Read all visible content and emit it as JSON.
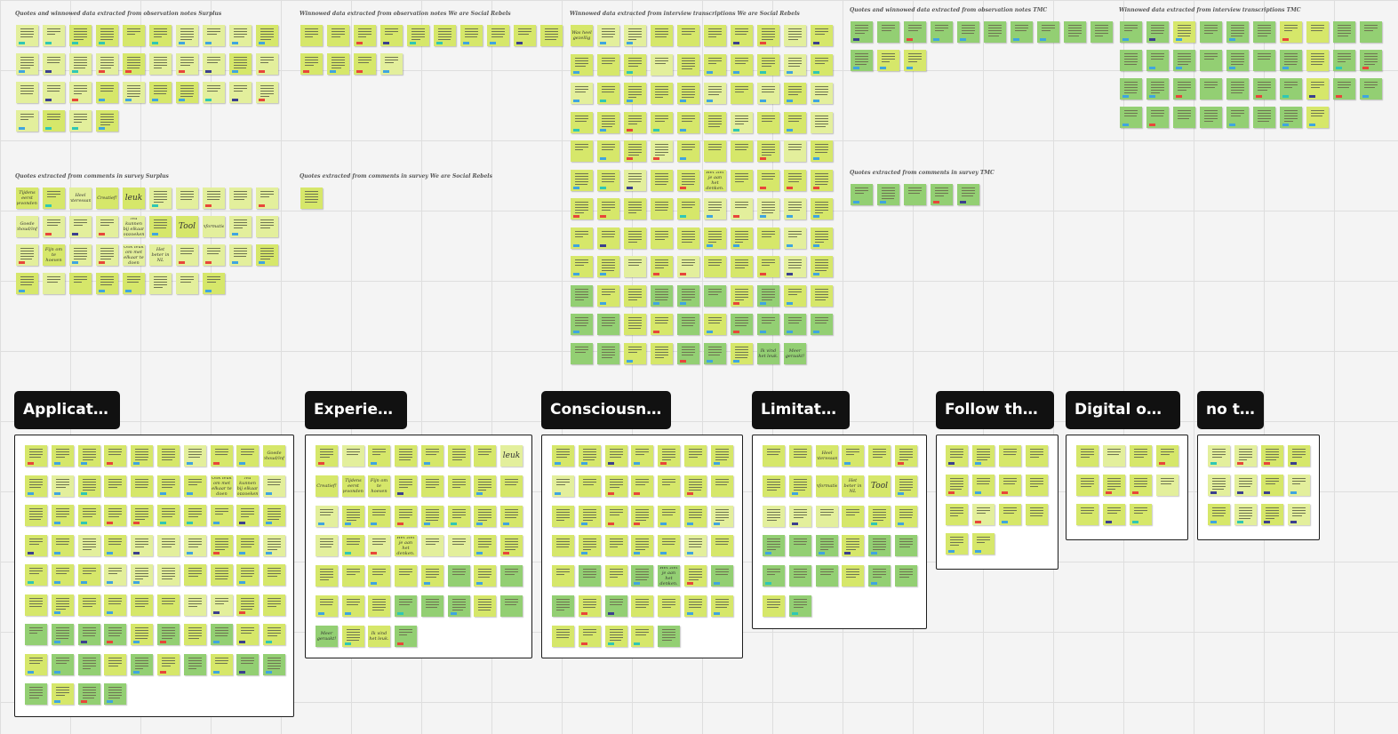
{
  "colors": {
    "note_yellow": "#d6e76a",
    "note_light": "#e3ef9c",
    "note_green": "#93cf73",
    "tag_blue": "#3fa5e0",
    "tag_red": "#e8463a",
    "tag_teal": "#2fc7b5",
    "tag_navy": "#3b3f8f",
    "label_bg": "#111111"
  },
  "sections": [
    {
      "title": "Quotes and winnowed data extracted from observation notes Surplus"
    },
    {
      "title": "Winnowed data extracted from observation notes We are Social Rebels"
    },
    {
      "title": "Winnowed data extracted from interview transcriptions We are Social Rebels"
    },
    {
      "title": "Quotes and winnowed data extracted from observation notes TMC"
    },
    {
      "title": "Winnowed data extracted from interview transcriptions TMC"
    },
    {
      "title": "Quotes extracted from comments in survey Surplus"
    },
    {
      "title": "Quotes extracted from comments in survey We are Social Rebels"
    },
    {
      "title": "Quotes extracted from comments in survey TMC"
    }
  ],
  "clusters": [
    {
      "label": "Application"
    },
    {
      "label": "Experience"
    },
    {
      "label": "Consciousness"
    },
    {
      "label": "Limitation"
    },
    {
      "label": "Follow thro..."
    },
    {
      "label": "Digital opp..."
    },
    {
      "label": "no tag"
    }
  ],
  "handwritten_notes": {
    "n1": "Tijdens eerst gevonden!",
    "n2": "Heel interessant",
    "n3": "Creatief!",
    "n4": "leuk",
    "n5": "Goede inhoud/info",
    "n6": "Nu kunnen bij elkaar opzoeken",
    "n7": "Tool",
    "n8": "Informatief",
    "n9": "Fijn om te hoeven",
    "n10": "Ook leuk om met elkaar te doen",
    "n11": "Het beter in NL",
    "n12": "Was heel gezellig",
    "n13": "Het ziet je aan het denken.",
    "n14": "Ik vind het leuk.",
    "n15": "Meer geraakt!"
  }
}
